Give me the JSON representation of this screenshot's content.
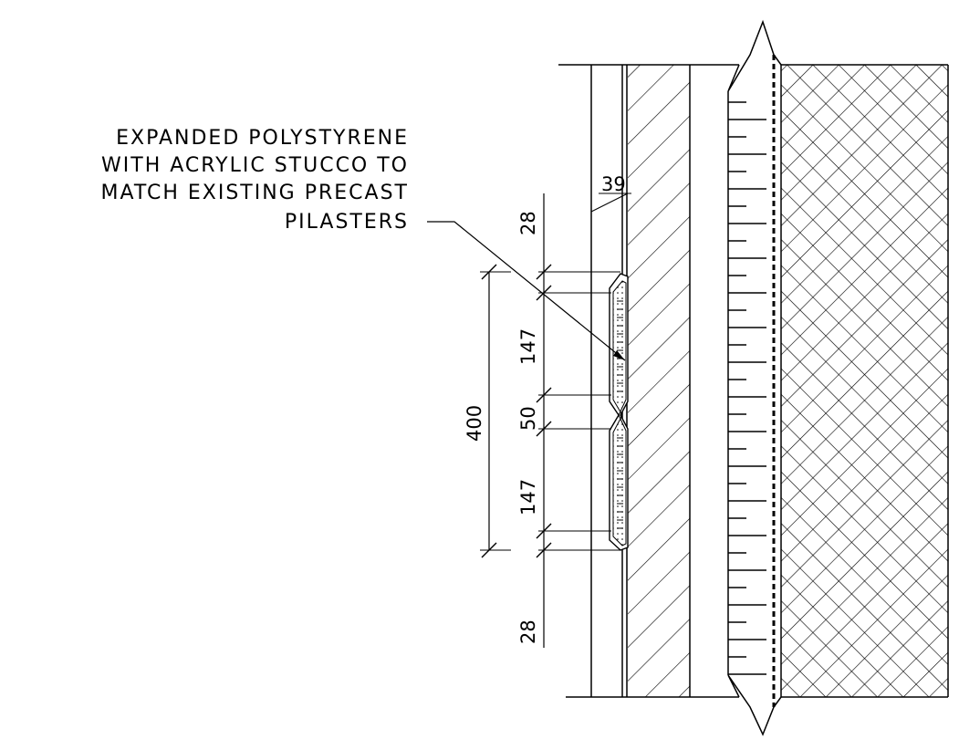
{
  "annotation": {
    "lines": [
      "EXPANDED POLYSTYRENE",
      "WITH ACRYLIC STUCCO TO",
      "MATCH EXISTING PRECAST",
      "PILASTERS"
    ]
  },
  "dimensions": {
    "top_gap": "28",
    "lip": "39",
    "overall": "400",
    "upper_panel": "147",
    "middle_groove": "50",
    "lower_panel": "147",
    "bottom_gap": "28"
  },
  "colors": {
    "line": "#000000",
    "background": "#ffffff"
  }
}
